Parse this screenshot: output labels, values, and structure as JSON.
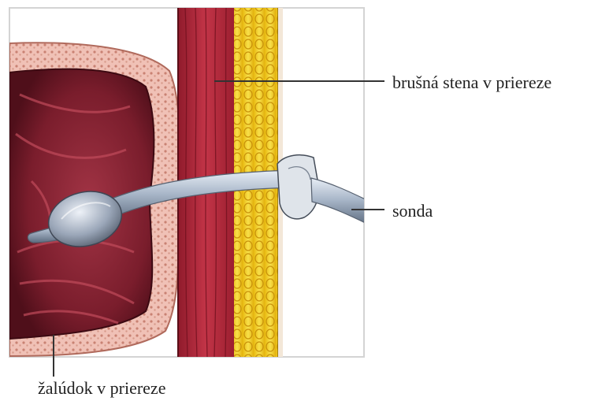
{
  "labels": {
    "abdominal_wall": "brušná stena v priereze",
    "tube": "sonda",
    "stomach": "žalúdok v priereze"
  },
  "colors": {
    "muscle": "#b3263a",
    "muscle_dark": "#7d1422",
    "fat": "#f2cf1f",
    "stomach_tissue": "#ecb9ae",
    "stomach_inner": "#8a2535",
    "tube": "#b7c3d3",
    "leader_line": "#333333"
  }
}
